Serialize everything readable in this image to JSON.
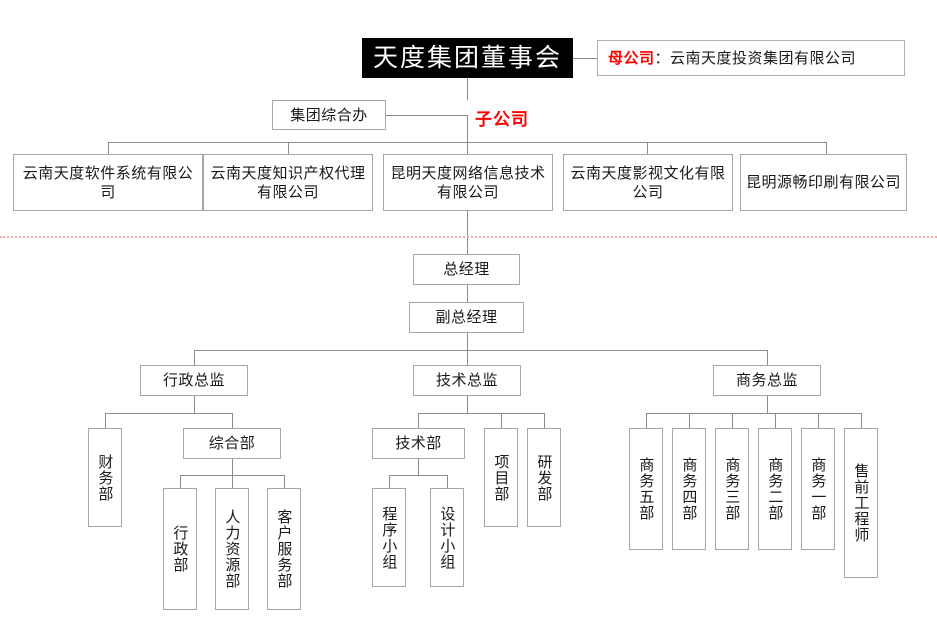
{
  "chart_title": "天度集团董事会",
  "legend": {
    "parent_label": "母公司",
    "parent_sep": "：",
    "parent_value": "云南天度投资集团有限公司",
    "subsidiary_label": "子公司",
    "accent_color": "#ff0000",
    "divider_color": "#f7a8a8",
    "header_bg": "#000000",
    "header_fg": "#ffffff",
    "box_border": "#a6a6a6"
  },
  "nodes": {
    "group_office": "集团综合办",
    "subsidiaries": [
      "云南天度软件系统有限公司",
      "云南天度知识产权代理有限公司",
      "昆明天度网络信息技术有限公司",
      "云南天度影视文化有限公司",
      "昆明源畅印刷有限公司"
    ],
    "general_manager": "总经理",
    "deputy_general_manager": "副总经理",
    "directors": [
      "行政总监",
      "技术总监",
      "商务总监"
    ],
    "admin_children": [
      "财务部",
      "综合部"
    ],
    "general_affairs_children": [
      "行政部",
      "人力资源部",
      "客户服务部"
    ],
    "tech_children": [
      "技术部",
      "项目部",
      "研发部"
    ],
    "tech_dept_children": [
      "程序小组",
      "设计小组"
    ],
    "business_children": [
      "商务五部",
      "商务四部",
      "商务三部",
      "商务二部",
      "商务一部",
      "售前工程师"
    ]
  }
}
